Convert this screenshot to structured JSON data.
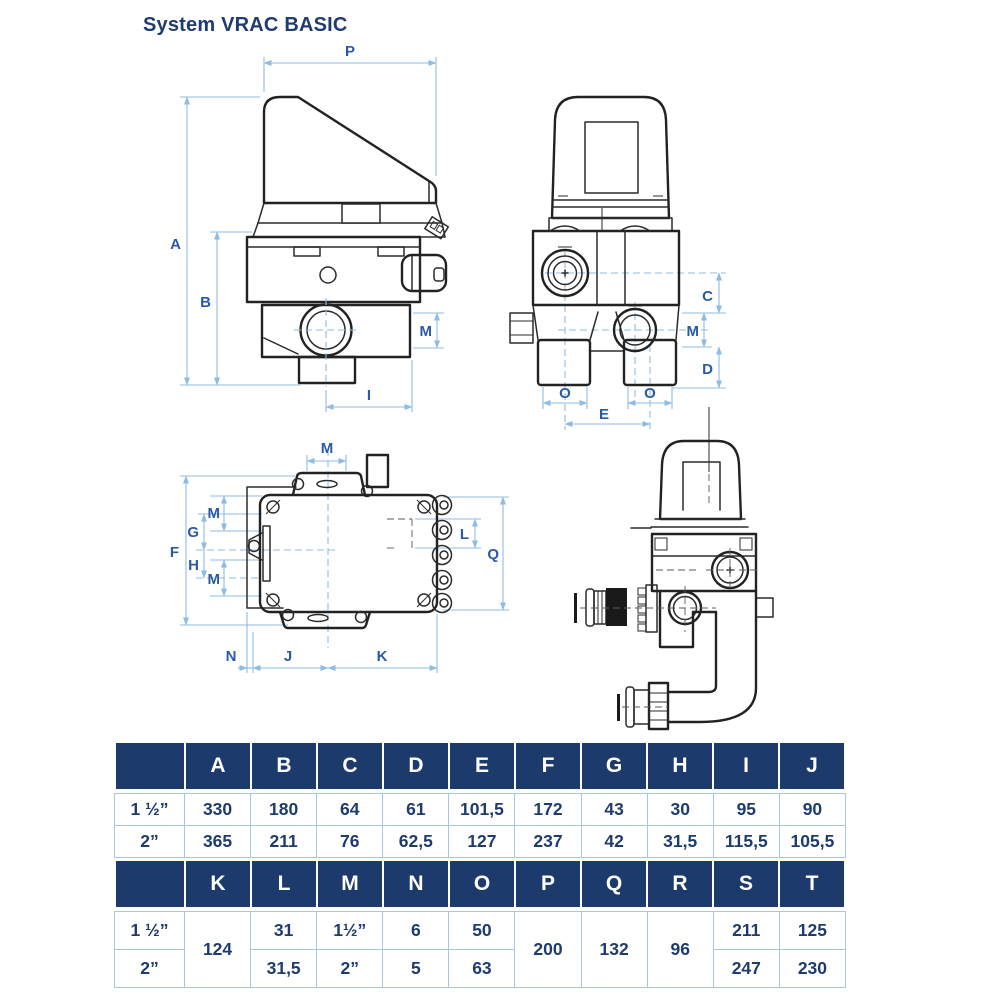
{
  "title": "System VRAC BASIC",
  "colors": {
    "header_navy": "#1d3a6d",
    "table_text_navy": "#1e3c6f",
    "table_border_blue": "#a6c6e4",
    "dimension_line_blue": "#8fbce4",
    "dimension_label_blue": "#2b5aa5",
    "drawing_line": "#2b2b2b"
  },
  "dim_labels": {
    "A": "A",
    "B": "B",
    "C": "C",
    "D": "D",
    "E": "E",
    "F": "F",
    "G": "G",
    "H": "H",
    "I": "I",
    "J": "J",
    "K": "K",
    "L": "L",
    "M": "M",
    "N": "N",
    "O": "O",
    "P": "P",
    "Q": "Q"
  },
  "tables": [
    {
      "headers": [
        "",
        "A",
        "B",
        "C",
        "D",
        "E",
        "F",
        "G",
        "H",
        "I",
        "J"
      ],
      "rows": [
        {
          "label": "1 ½”",
          "values": [
            "330",
            "180",
            "64",
            "61",
            "101,5",
            "172",
            "43",
            "30",
            "95",
            "90"
          ]
        },
        {
          "label": "2”",
          "values": [
            "365",
            "211",
            "76",
            "62,5",
            "127",
            "237",
            "42",
            "31,5",
            "115,5",
            "105,5"
          ]
        }
      ]
    },
    {
      "headers": [
        "",
        "K",
        "L",
        "M",
        "N",
        "O",
        "P",
        "Q",
        "R",
        "S",
        "T"
      ],
      "merged": {
        "k": "124",
        "p": "200",
        "q": "132",
        "r": "96"
      },
      "rows": [
        {
          "label": "1 ½”",
          "l": "31",
          "m": "1½”",
          "n": "6",
          "o": "50",
          "s": "211",
          "t": "125"
        },
        {
          "label": "2”",
          "l": "31,5",
          "m": "2”",
          "n": "5",
          "o": "63",
          "s": "247",
          "t": "230"
        }
      ]
    }
  ]
}
